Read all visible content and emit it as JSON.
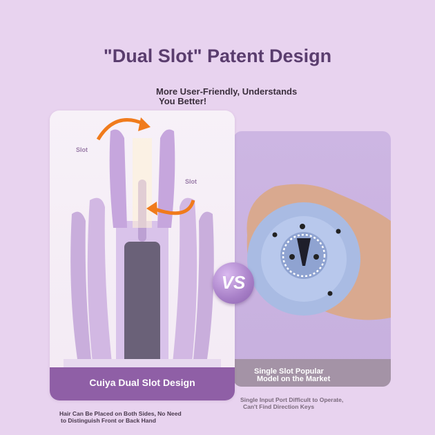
{
  "header": {
    "title": "\"Dual Slot\" Patent Design",
    "subtitle_line1": "More User-Friendly, Understands",
    "subtitle_line2": "You Better!"
  },
  "left_panel": {
    "slot_label_1": "Slot",
    "slot_label_2": "Slot",
    "footer_label": "Cuiya Dual Slot Design",
    "note_line1": "Hair Can Be Placed on Both Sides, No Need",
    "note_line2": "to Distinguish Front or Back Hand"
  },
  "vs": {
    "text": "VS"
  },
  "right_panel": {
    "footer_line1": "Single Slot Popular",
    "footer_line2": "Model on the Market",
    "note_line1": "Single Input Port Difficult to Operate,",
    "note_line2": "Can't Find Direction Keys"
  },
  "colors": {
    "background": "#e8d3ef",
    "title": "#5a3d6e",
    "accent_purple": "#8f5fa6",
    "arrow_orange": "#f07b1c"
  }
}
